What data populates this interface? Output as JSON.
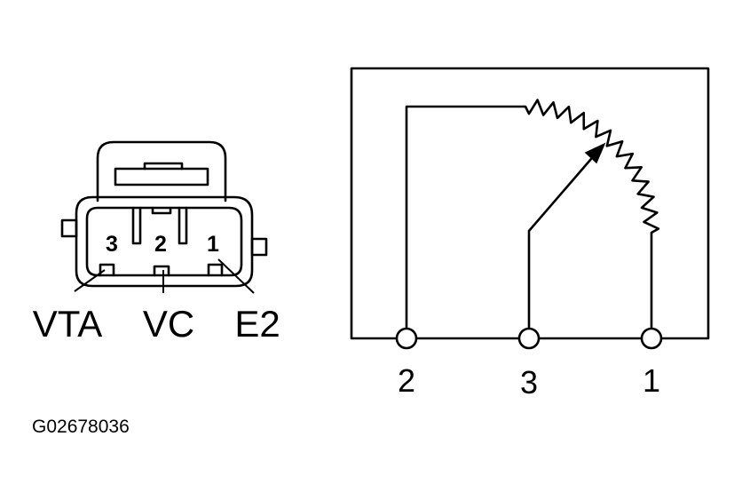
{
  "connector": {
    "pins": [
      {
        "number": "3",
        "signal": "VTA"
      },
      {
        "number": "2",
        "signal": "VC"
      },
      {
        "number": "1",
        "signal": "E2"
      }
    ]
  },
  "schematic": {
    "terminals": [
      "2",
      "3",
      "1"
    ]
  },
  "figure_code": "G02678036"
}
